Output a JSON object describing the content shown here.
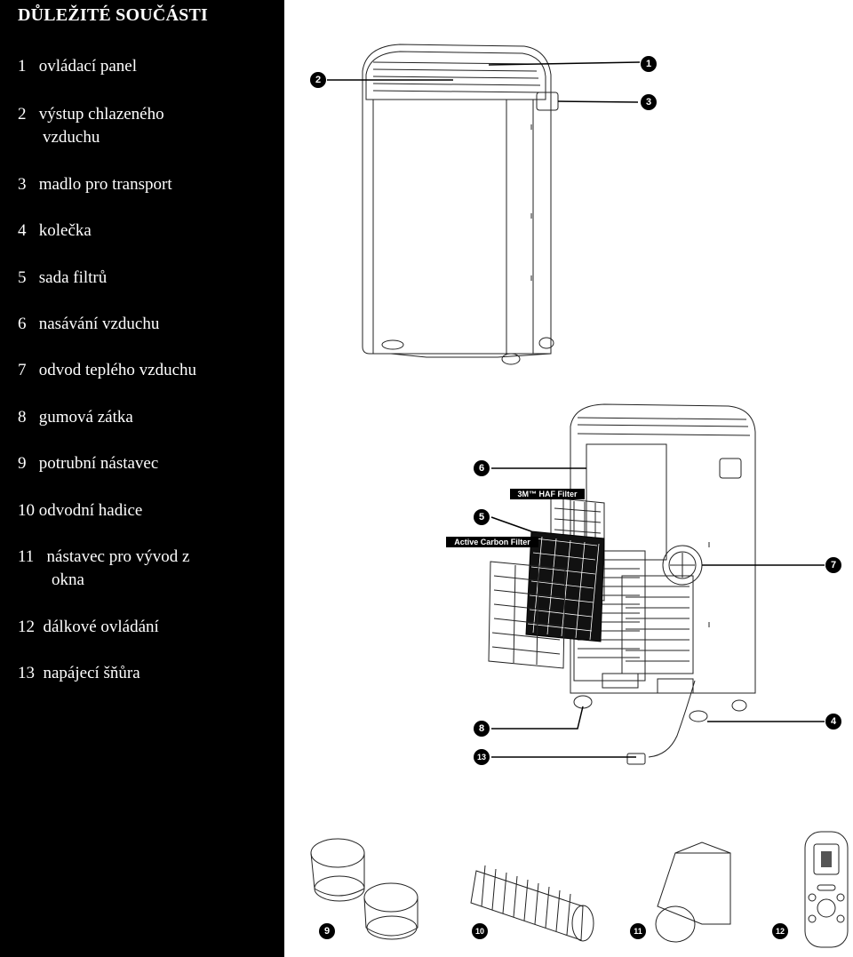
{
  "heading": "DŮLEŽITÉ SOUČÁSTI",
  "parts": [
    {
      "num": "1",
      "label": "ovládací panel"
    },
    {
      "num": "2",
      "label": "výstup chlazeného",
      "label2": "vzduchu"
    },
    {
      "num": "3",
      "label": "madlo pro transport"
    },
    {
      "num": "4",
      "label": "kolečka"
    },
    {
      "num": "5",
      "label": "sada filtrů"
    },
    {
      "num": "6",
      "label": "nasávání vzduchu"
    },
    {
      "num": "7",
      "label": "odvod teplého vzduchu"
    },
    {
      "num": "8",
      "label": "gumová zátka"
    },
    {
      "num": "9",
      "label": "potrubní nástavec"
    },
    {
      "num": "10",
      "label": "odvodní hadice"
    },
    {
      "num": "11",
      "label": "nástavec pro vývod z",
      "label2": "okna"
    },
    {
      "num": "12",
      "label": "dálkové ovládání"
    },
    {
      "num": "13",
      "label": "napájecí šňůra"
    }
  ],
  "filter_labels": {
    "hap": "3M™ HAF Filter",
    "carbon": "Active Carbon Filter"
  },
  "callouts": [
    "1",
    "2",
    "3",
    "4",
    "5",
    "6",
    "7",
    "8",
    "9",
    "10",
    "11",
    "12",
    "13"
  ]
}
